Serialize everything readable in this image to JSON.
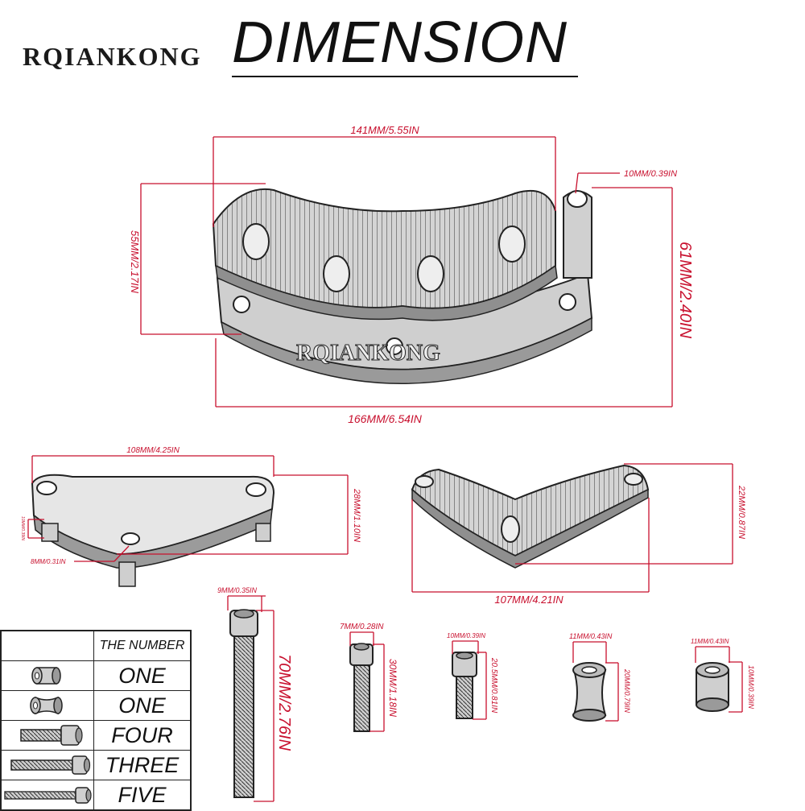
{
  "header": {
    "brand": "RQIANKONG",
    "title": "DIMENSION"
  },
  "main_cover": {
    "watermark": "RQIANKONG",
    "dim_width_top": "141MM/5.55IN",
    "dim_width_bottom": "166MM/6.54IN",
    "dim_height_left": "55MM/2.17IN",
    "dim_height_right": "61MM/2.40IN",
    "dim_hole": "10MM/0.39IN"
  },
  "left_plate": {
    "dim_width": "108MM/4.25IN",
    "dim_height": "28MM/1.10IN",
    "dim_small": "10MM/0.39IN",
    "dim_post": "8MM/0.31IN"
  },
  "right_plate": {
    "dim_width": "107MM/4.21IN",
    "dim_height": "22MM/0.87IN"
  },
  "hardware": [
    {
      "dim_top": "9MM/0.35IN",
      "dim_length": "70MM/2.76IN"
    },
    {
      "dim_top": "7MM/0.28IN",
      "dim_length": "30MM/1.18IN"
    },
    {
      "dim_top": "10MM/0.39IN",
      "dim_length": "20.5MM/0.81IN"
    },
    {
      "dim_top": "11MM/0.43IN",
      "dim_length": "20MM/0.79IN"
    },
    {
      "dim_top": "11MM/0.43IN",
      "dim_length": "10MM/0.39IN"
    }
  ],
  "parts_table": {
    "header": "THE NUMBER",
    "rows": [
      {
        "icon": "spacer-icon",
        "quantity": "ONE"
      },
      {
        "icon": "flanged-spacer-icon",
        "quantity": "ONE"
      },
      {
        "icon": "short-bolt-icon",
        "quantity": "FOUR"
      },
      {
        "icon": "medium-bolt-icon",
        "quantity": "THREE"
      },
      {
        "icon": "long-bolt-icon",
        "quantity": "FIVE"
      }
    ]
  },
  "colors": {
    "dimension_line": "#c8102e",
    "part_outline": "#222222",
    "part_fill": "#d9d9d9"
  }
}
